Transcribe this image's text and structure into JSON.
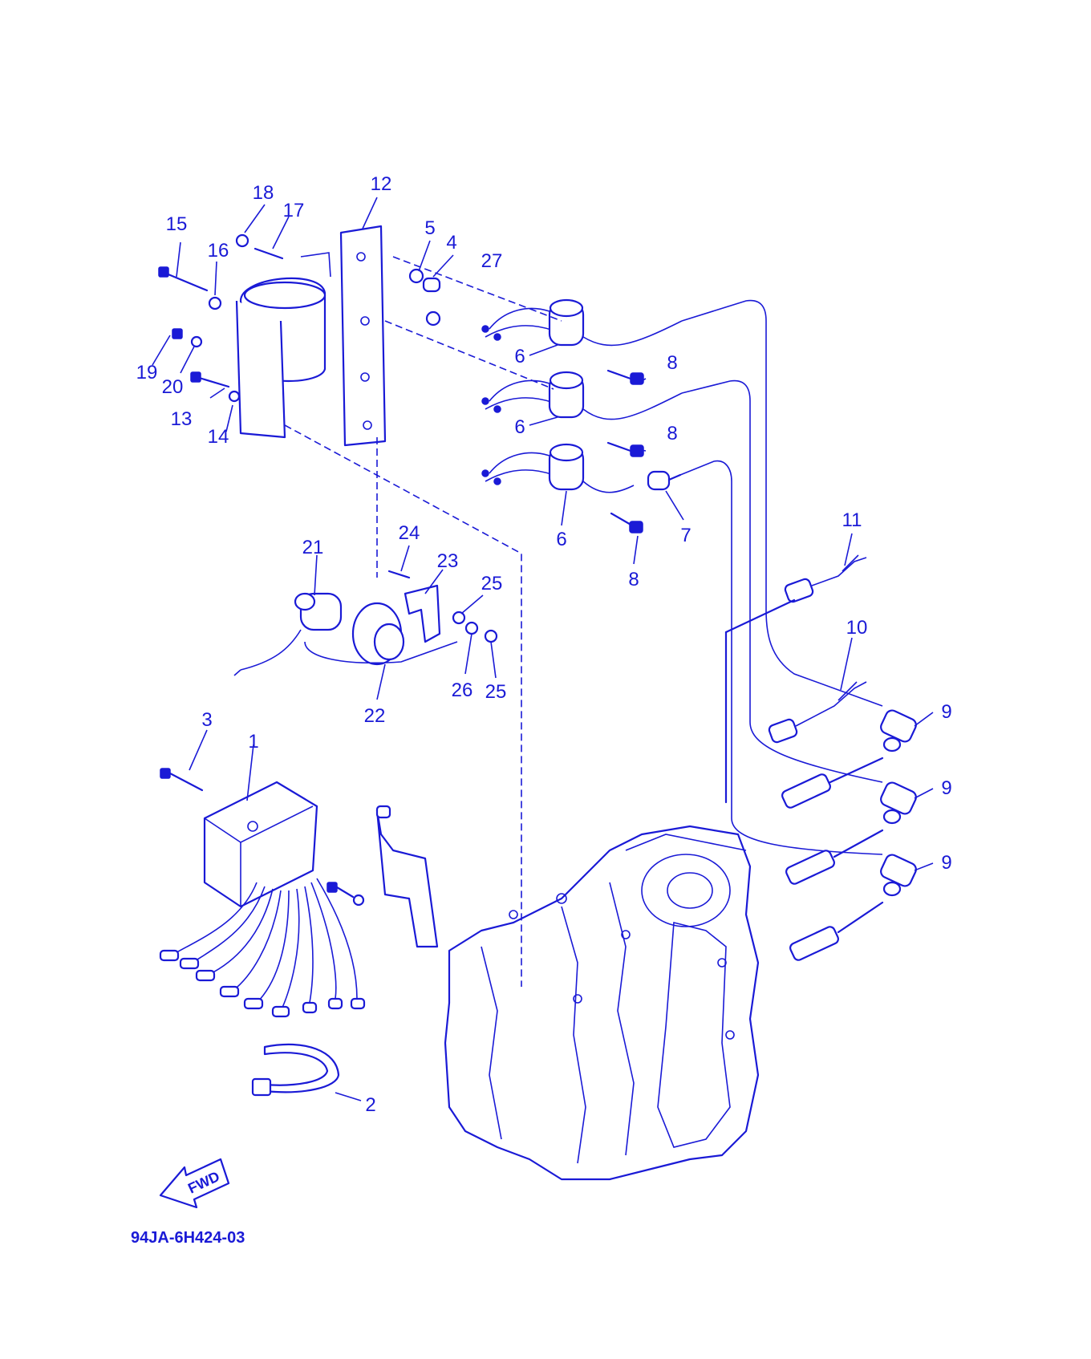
{
  "diagram": {
    "part_numbers": [
      "1",
      "2",
      "3",
      "4",
      "5",
      "6",
      "6",
      "6",
      "7",
      "8",
      "8",
      "8",
      "9",
      "9",
      "9",
      "10",
      "11",
      "12",
      "13",
      "14",
      "15",
      "16",
      "17",
      "18",
      "19",
      "20",
      "21",
      "22",
      "23",
      "24",
      "25",
      "25",
      "26",
      "27"
    ],
    "direction_label": "FWD",
    "drawing_code": "94JA-6H424-03",
    "line_color": "#1a1ad6"
  }
}
